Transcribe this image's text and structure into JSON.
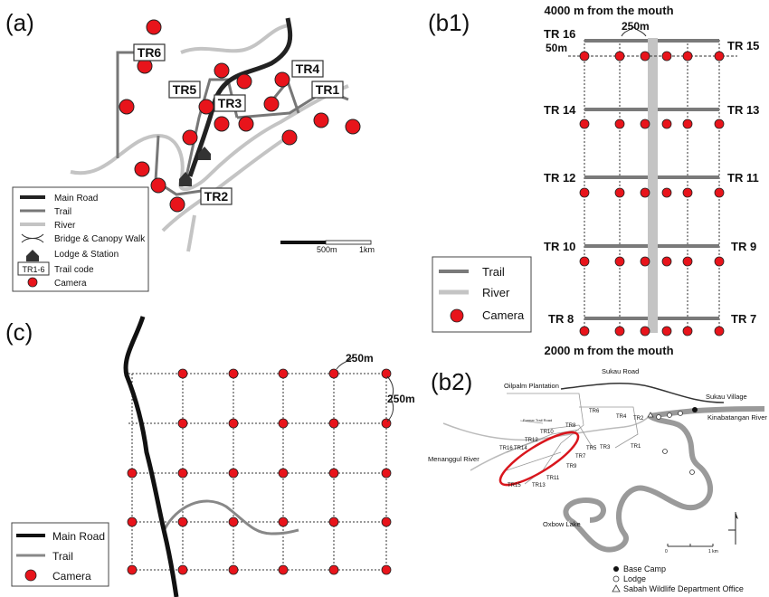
{
  "panel_a": {
    "label": "(a)",
    "trails": [
      "TR6",
      "TR5",
      "TR3",
      "TR4",
      "TR1",
      "TR2"
    ],
    "legend": [
      {
        "key": "main_road",
        "text": "Main Road"
      },
      {
        "key": "trail",
        "text": "Trail"
      },
      {
        "key": "river",
        "text": "River"
      },
      {
        "key": "bridge",
        "text": "Bridge & Canopy Walk"
      },
      {
        "key": "lodge",
        "text": "Lodge & Station"
      },
      {
        "key": "code",
        "text": "Trail code",
        "code": "TR1-6"
      },
      {
        "key": "camera",
        "text": "Camera"
      }
    ],
    "scale": {
      "mid": "500m",
      "end": "1km"
    }
  },
  "panel_b1": {
    "label": "(b1)",
    "top_text": "4000 m from the mouth",
    "bottom_text": "2000 m from the mouth",
    "spacing_250": "250m",
    "spacing_50": "50m",
    "rows": [
      {
        "left": "TR 16",
        "right": "TR 15"
      },
      {
        "left": "TR 14",
        "right": "TR 13"
      },
      {
        "left": "TR 12",
        "right": "TR 11"
      },
      {
        "left": "TR 10",
        "right": "TR 9"
      },
      {
        "left": "TR 8",
        "right": "TR 7"
      }
    ],
    "legend": [
      {
        "key": "trail",
        "text": "Trail"
      },
      {
        "key": "river",
        "text": "River"
      },
      {
        "key": "camera",
        "text": "Camera"
      }
    ]
  },
  "panel_c": {
    "label": "(c)",
    "spacing_top": "250m",
    "spacing_side": "250m",
    "legend": [
      {
        "key": "main_road",
        "text": "Main Road"
      },
      {
        "key": "trail",
        "text": "Trail"
      },
      {
        "key": "camera",
        "text": "Camera"
      }
    ]
  },
  "panel_b2": {
    "label": "(b2)",
    "places": {
      "sukau_road": "Sukau Road",
      "oilpalm": "Oilpalm Plantation",
      "sukau_village": "Sukau Village",
      "kinabatangan": "Kinabatangan River",
      "menanggul": "Menanggul River",
      "oxbow": "Oxbow Lake",
      "former_trail": "Former Trail Road"
    },
    "trails": [
      "TR6",
      "TR4",
      "TR2",
      "TR1",
      "TR3",
      "TR5",
      "TR7",
      "TR8",
      "TR10",
      "TR12",
      "TR16",
      "TR14",
      "TR9",
      "TR11",
      "TR13",
      "TR15"
    ],
    "scale": {
      "start": "0",
      "end": "1 km"
    },
    "legend": [
      {
        "key": "base_camp",
        "text": "Base Camp"
      },
      {
        "key": "lodge",
        "text": "Lodge"
      },
      {
        "key": "office",
        "text": "Sabah Wildlife Department Office"
      }
    ]
  },
  "colors": {
    "camera": "#e8141b",
    "trail": "#777777",
    "river": "#c4c4c4",
    "road": "#222222",
    "highlight": "#d9161d"
  }
}
